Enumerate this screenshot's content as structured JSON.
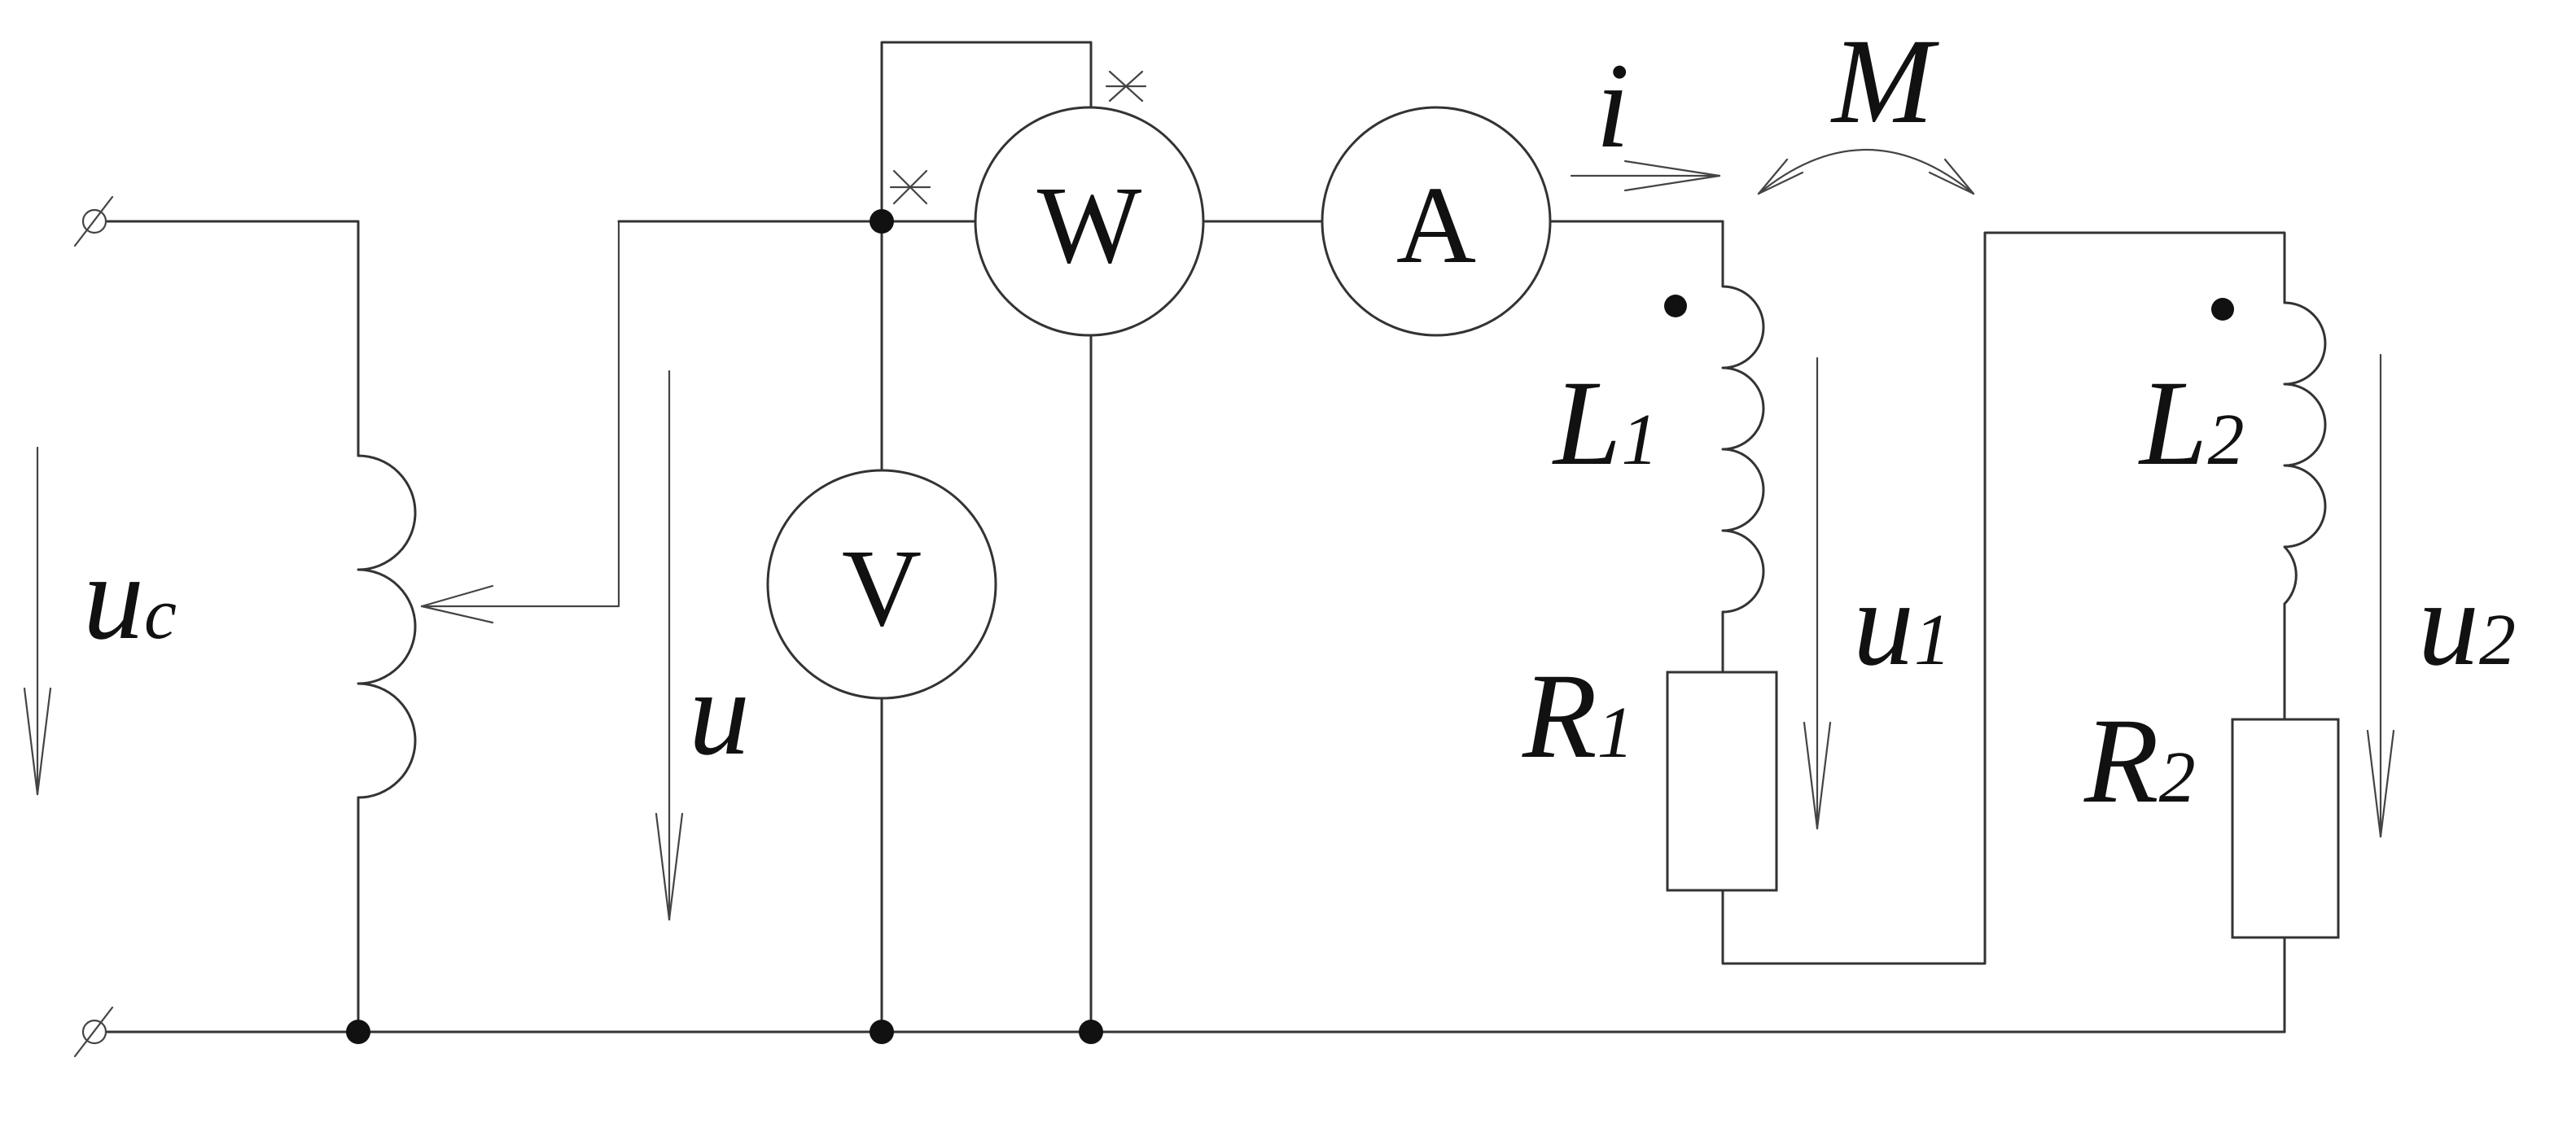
{
  "meters": {
    "wattmeter": "W",
    "ammeter": "A",
    "voltmeter": "V"
  },
  "labels": {
    "i": "i",
    "M": "M",
    "L1": {
      "main": "L",
      "sub": "1"
    },
    "L2": {
      "main": "L",
      "sub": "2"
    },
    "R1": {
      "main": "R",
      "sub": "1"
    },
    "R2": {
      "main": "R",
      "sub": "2"
    },
    "uc": {
      "main": "u",
      "sub": "c"
    },
    "u": "u",
    "u1": {
      "main": "u",
      "sub": "1"
    },
    "u2": {
      "main": "u",
      "sub": "2"
    }
  },
  "colors": {
    "wire": "#333333",
    "text": "#111111",
    "background": "#ffffff"
  }
}
